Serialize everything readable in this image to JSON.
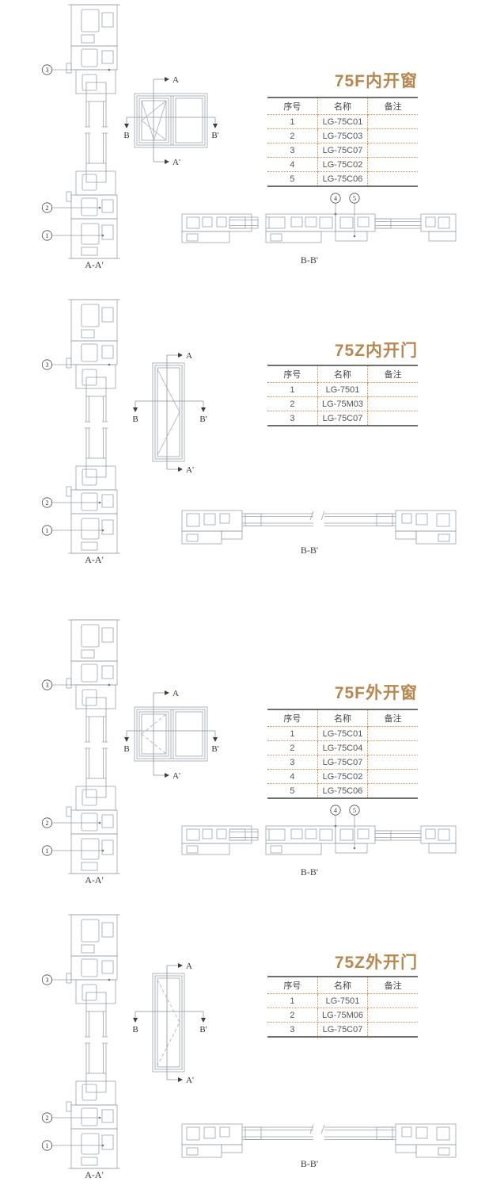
{
  "colors": {
    "title_accent": "#b7874f",
    "table_dotted_line": "#dd8a3e",
    "table_solid_border": "#6f6f6f",
    "drawing_line": "#9aa2aa"
  },
  "sections": [
    {
      "title": "75F内开窗",
      "section_labels": {
        "vertical": "A-A'",
        "horizontal": "B-B'"
      },
      "axis_labels": {
        "a_top": "A",
        "a_bottom": "A'",
        "b_left": "B",
        "b_right": "B'"
      },
      "callouts_vertical": [
        "3",
        "2",
        "1"
      ],
      "callouts_horizontal": [
        "4",
        "5"
      ],
      "table": {
        "headers": [
          "序号",
          "名称",
          "备注"
        ],
        "rows": [
          {
            "no": "1",
            "name": "LG-75C01",
            "note": ""
          },
          {
            "no": "2",
            "name": "LG-75C03",
            "note": ""
          },
          {
            "no": "3",
            "name": "LG-75C07",
            "note": ""
          },
          {
            "no": "4",
            "name": "LG-75C02",
            "note": ""
          },
          {
            "no": "5",
            "name": "LG-75C06",
            "note": ""
          }
        ]
      }
    },
    {
      "title": "75Z内开门",
      "section_labels": {
        "vertical": "A-A'",
        "horizontal": "B-B'"
      },
      "axis_labels": {
        "a_top": "A",
        "a_bottom": "A'",
        "b_left": "B",
        "b_right": "B'"
      },
      "callouts_vertical": [
        "3",
        "2",
        "1"
      ],
      "callouts_horizontal": [],
      "table": {
        "headers": [
          "序号",
          "名称",
          "备注"
        ],
        "rows": [
          {
            "no": "1",
            "name": "LG-7501",
            "note": ""
          },
          {
            "no": "2",
            "name": "LG-75M03",
            "note": ""
          },
          {
            "no": "3",
            "name": "LG-75C07",
            "note": ""
          }
        ]
      }
    },
    {
      "title": "75F外开窗",
      "section_labels": {
        "vertical": "A-A'",
        "horizontal": "B-B'"
      },
      "axis_labels": {
        "a_top": "A",
        "a_bottom": "A'",
        "b_left": "B",
        "b_right": "B'"
      },
      "callouts_vertical": [
        "3",
        "2",
        "1"
      ],
      "callouts_horizontal": [
        "4",
        "5"
      ],
      "table": {
        "headers": [
          "序号",
          "名称",
          "备注"
        ],
        "rows": [
          {
            "no": "1",
            "name": "LG-75C01",
            "note": ""
          },
          {
            "no": "2",
            "name": "LG-75C04",
            "note": ""
          },
          {
            "no": "3",
            "name": "LG-75C07",
            "note": ""
          },
          {
            "no": "4",
            "name": "LG-75C02",
            "note": ""
          },
          {
            "no": "5",
            "name": "LG-75C06",
            "note": ""
          }
        ]
      }
    },
    {
      "title": "75Z外开门",
      "section_labels": {
        "vertical": "A-A'",
        "horizontal": "B-B'"
      },
      "axis_labels": {
        "a_top": "A",
        "a_bottom": "A'",
        "b_left": "B",
        "b_right": "B'"
      },
      "callouts_vertical": [
        "3",
        "2",
        "1"
      ],
      "callouts_horizontal": [],
      "table": {
        "headers": [
          "序号",
          "名称",
          "备注"
        ],
        "rows": [
          {
            "no": "1",
            "name": "LG-7501",
            "note": ""
          },
          {
            "no": "2",
            "name": "LG-75M06",
            "note": ""
          },
          {
            "no": "3",
            "name": "LG-75C07",
            "note": ""
          }
        ]
      }
    }
  ]
}
